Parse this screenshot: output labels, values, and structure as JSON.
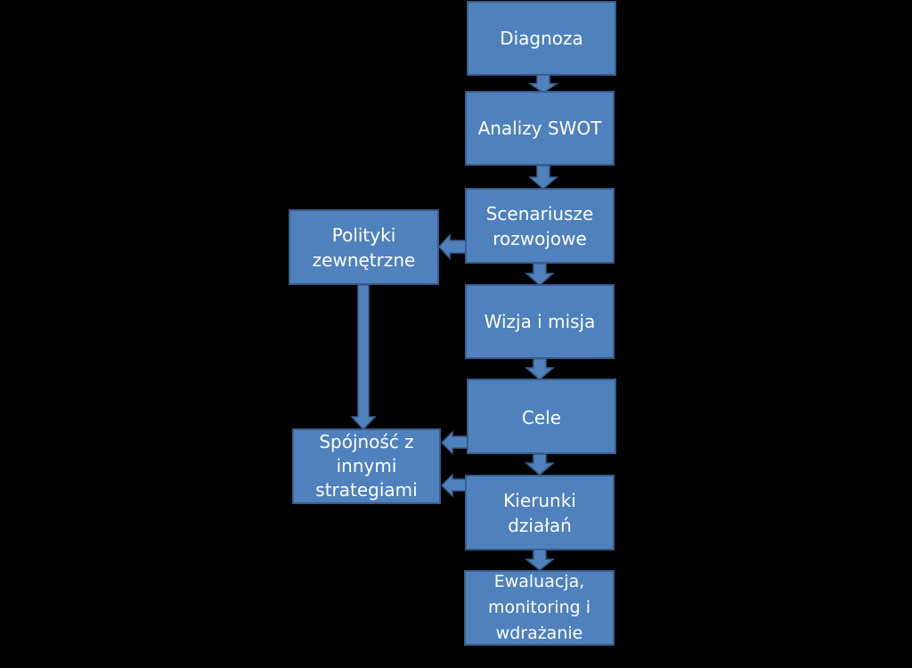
{
  "diagram": {
    "nodes": [
      {
        "id": "diagnoza",
        "label": "Diagnoza"
      },
      {
        "id": "analizy-swot",
        "label": "Analizy SWOT"
      },
      {
        "id": "scenariusze",
        "label": "Scenariusze rozwojowe"
      },
      {
        "id": "wizja-misja",
        "label": "Wizja i misja"
      },
      {
        "id": "cele",
        "label": "Cele"
      },
      {
        "id": "kierunki",
        "label": "Kierunki działań"
      },
      {
        "id": "ewaluacja",
        "label": "Ewaluacja, monitoring i wdrażanie"
      },
      {
        "id": "polityki",
        "label": "Polityki zewnętrzne"
      },
      {
        "id": "spojnosc",
        "label": "Spójność z innymi strategiami"
      }
    ],
    "edges": [
      {
        "from": "diagnoza",
        "to": "analizy-swot"
      },
      {
        "from": "analizy-swot",
        "to": "scenariusze"
      },
      {
        "from": "scenariusze",
        "to": "wizja-misja"
      },
      {
        "from": "wizja-misja",
        "to": "cele"
      },
      {
        "from": "cele",
        "to": "kierunki"
      },
      {
        "from": "kierunki",
        "to": "ewaluacja"
      },
      {
        "from": "scenariusze",
        "to": "polityki"
      },
      {
        "from": "polityki",
        "to": "spojnosc"
      },
      {
        "from": "cele",
        "to": "spojnosc"
      },
      {
        "from": "kierunki",
        "to": "spojnosc"
      }
    ],
    "colors": {
      "background": "#000000",
      "box_fill": "#4f81bd",
      "box_border": "#385d8a",
      "text": "#ffffff"
    }
  }
}
